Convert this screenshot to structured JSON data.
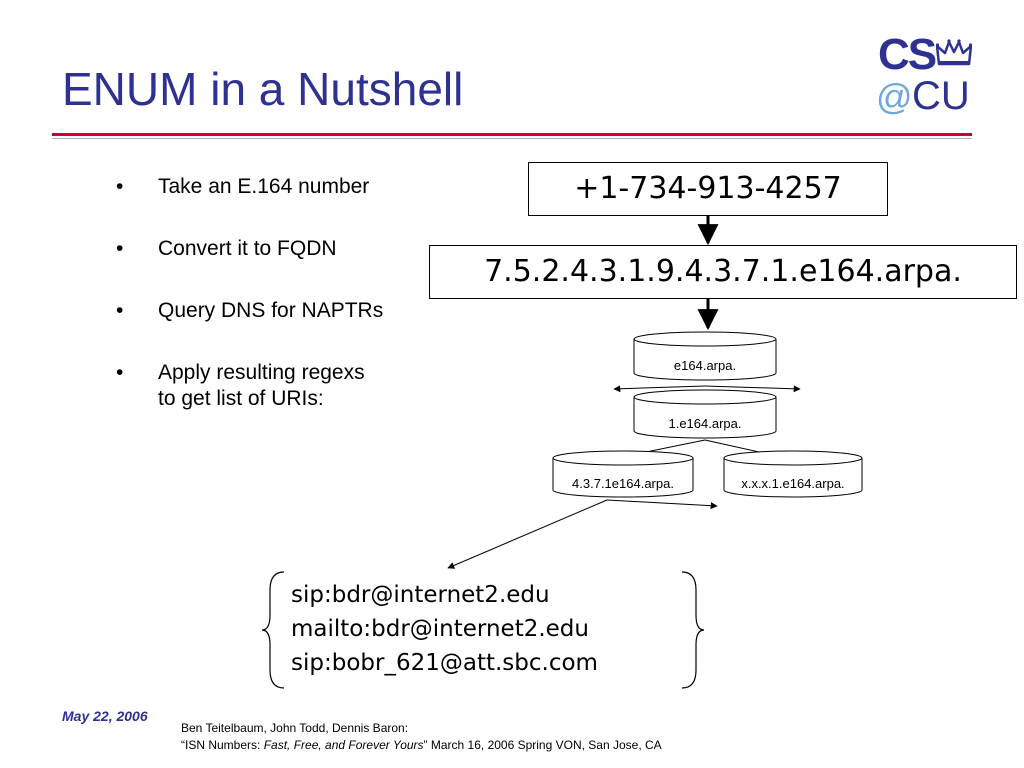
{
  "slide": {
    "title": "ENUM in a Nutshell",
    "logo": {
      "top": "CS",
      "at": "@",
      "bottom": "CU"
    },
    "bullets": [
      {
        "text": "Take an E.164 number"
      },
      {
        "text": "Convert it to FQDN"
      },
      {
        "text": "Query DNS for NAPTRs"
      },
      {
        "line1": "Apply resulting regexs",
        "line2": "to get list of URIs:"
      }
    ],
    "bullet_glyph": "•",
    "diagram": {
      "phone_number": "+1-734-913-4257",
      "fqdn": "7.5.2.4.3.1.9.4.3.7.1.e164.arpa.",
      "zones": [
        "e164.arpa.",
        "1.e164.arpa.",
        "4.3.7.1e164.arpa.",
        "x.x.x.1.e164.arpa."
      ]
    },
    "uris": [
      "sip:bdr@internet2.edu",
      "mailto:bdr@internet2.edu",
      "sip:bobr_621@att.sbc.com"
    ],
    "footer": {
      "date": "May 22, 2006",
      "citation_line1": "Ben Teitelbaum, John Todd, Dennis Baron:",
      "citation_pre": "“ISN Numbers: ",
      "citation_italic": "Fast, Free, and Forever Yours",
      "citation_post": "” March 16, 2006 Spring VON, San Jose, CA"
    },
    "colors": {
      "title": "#2e3192",
      "rule": "#cc0033",
      "logo_accent": "#6fa8dc"
    }
  }
}
